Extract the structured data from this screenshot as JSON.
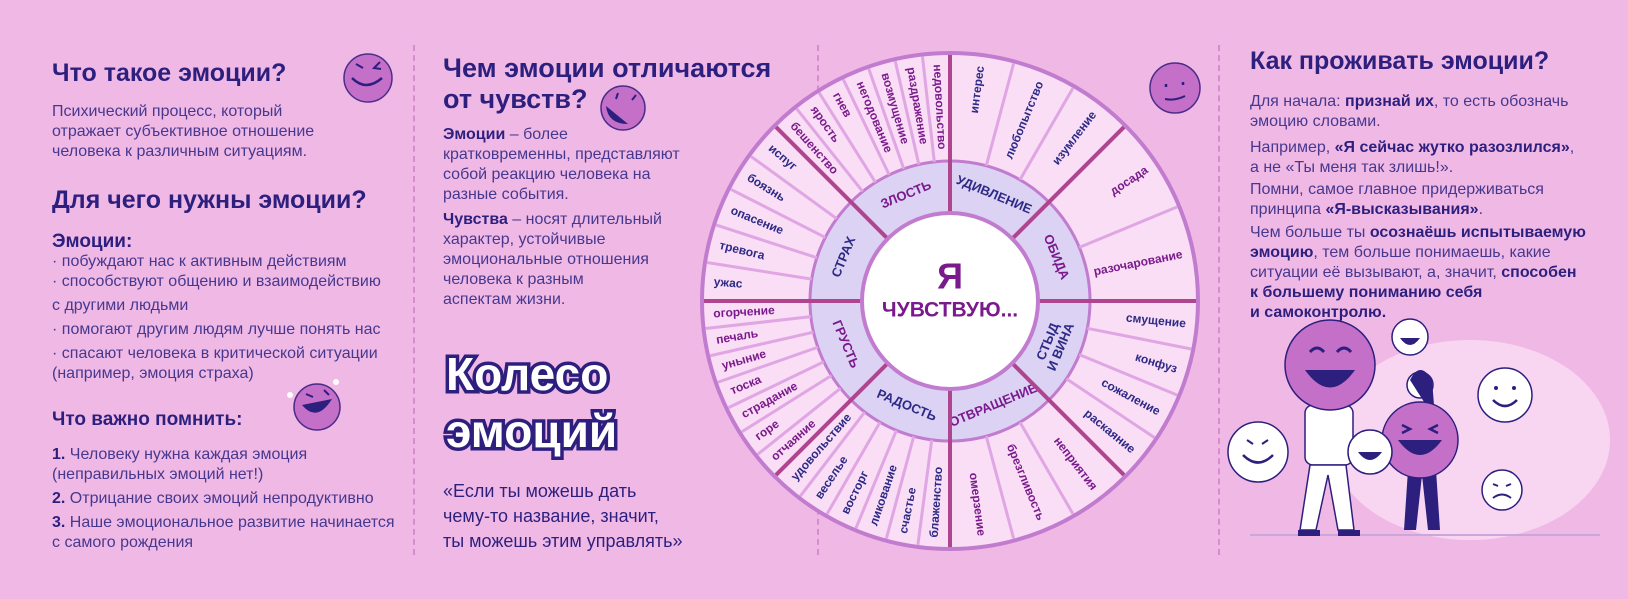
{
  "left": {
    "title1": "Что такое эмоции?",
    "desc": [
      [
        [
          "Психический процесс, который",
          0
        ]
      ],
      [
        [
          "отражает субъективное отношение",
          0
        ]
      ],
      [
        [
          "человека к различным ситуациям.",
          0
        ]
      ]
    ],
    "title2": "Для чего нужны эмоции?",
    "emotions_label": "Эмоции:",
    "bullets": [
      [
        [
          "· побуждают нас к активным действиям",
          0
        ]
      ],
      [
        [
          "· способствуют общению и взаимодействию",
          0
        ]
      ],
      [
        [
          "  с другими людьми",
          0
        ]
      ],
      [
        [
          "· помогают другим людям лучше понять нас",
          0
        ]
      ],
      [
        [
          "· спасают человека в критической ситуации",
          0
        ]
      ],
      [
        [
          "  (например, эмоция страха)",
          0
        ]
      ]
    ],
    "title3": "Что важно помнить:",
    "list": [
      [
        [
          "1. ",
          1
        ],
        [
          "Человеку нужна каждая эмоция",
          0
        ]
      ],
      [
        [
          "    (неправильных эмоций нет!)",
          0
        ]
      ],
      [
        [
          "2. ",
          1
        ],
        [
          "Отрицание своих эмоций непродуктивно",
          0
        ]
      ],
      [
        [
          "3. ",
          1
        ],
        [
          "Наше эмоциональное развитие начинается",
          0
        ]
      ],
      [
        [
          "    с самого рождения",
          0
        ]
      ]
    ]
  },
  "middle": {
    "title_line1": "Чем эмоции отличаются",
    "title_line2": "от чувств?",
    "text": [
      [
        [
          "Эмоции",
          1
        ],
        [
          " – более",
          0
        ]
      ],
      [
        [
          "кратковременны, представляют",
          0
        ]
      ],
      [
        [
          "собой реакцию человека на",
          0
        ]
      ],
      [
        [
          "разные события.",
          0
        ]
      ]
    ],
    "text2": [
      [
        [
          "Чувства",
          1
        ],
        [
          " – носят длительный",
          0
        ]
      ],
      [
        [
          "характер, устойчивые",
          0
        ]
      ],
      [
        [
          "эмоциональные отношения",
          0
        ]
      ],
      [
        [
          "человека к разным",
          0
        ]
      ],
      [
        [
          "аспектам жизни.",
          0
        ]
      ]
    ],
    "big_title_line1": "Колесо",
    "big_title_line2": "эмоций",
    "quote": [
      "«Если ты можешь дать",
      "чему-то название, значит,",
      "ты можешь этим управлять»"
    ]
  },
  "wheel": {
    "center_line1": "Я",
    "center_line2": "ЧУВСТВУЮ...",
    "colors": {
      "purple": "#7a1a8c",
      "navy": "#2d2a86",
      "ring": "#dcd2f3",
      "outer": "#f9def5",
      "divider": "#b0458f"
    },
    "categories": [
      {
        "name": [
          "УДИВЛЕНИЕ"
        ],
        "words": [
          "интерес",
          "любопытство",
          "изумление"
        ]
      },
      {
        "name": [
          "ОБИДА"
        ],
        "words": [
          "досада",
          "разочарование"
        ]
      },
      {
        "name": [
          "СТЫД",
          "И ВИНА"
        ],
        "words": [
          "смущение",
          "конфуз",
          "сожаление",
          "раскаяние"
        ]
      },
      {
        "name": [
          "ОТВРАЩЕНИЕ"
        ],
        "words": [
          "неприятия",
          "брезгливость",
          "омерзение"
        ]
      },
      {
        "name": [
          "РАДОСТЬ"
        ],
        "words": [
          "блаженство",
          "счастье",
          "ликование",
          "восторг",
          "веселье",
          "удовольствие"
        ]
      },
      {
        "name": [
          "ГРУСТЬ"
        ],
        "words": [
          "отчаяние",
          "горе",
          "страдание",
          "тоска",
          "уныние",
          "печаль",
          "огорчение"
        ]
      },
      {
        "name": [
          "СТРАХ"
        ],
        "words": [
          "ужас",
          "тревога",
          "опасение",
          "боязнь",
          "испуг"
        ]
      },
      {
        "name": [
          "ЗЛОСТЬ"
        ],
        "words": [
          "бешенство",
          "ярость",
          "гнев",
          "негодование",
          "возмущение",
          "раздражение",
          "недовольство"
        ]
      }
    ]
  },
  "right": {
    "title": "Как проживать эмоции?",
    "p1": [
      [
        [
          "Для начала: ",
          0
        ],
        [
          "признай их",
          1
        ],
        [
          ", то есть обозначь",
          0
        ]
      ],
      [
        [
          "эмоцию словами.",
          0
        ]
      ]
    ],
    "p2": [
      [
        [
          "Например, ",
          0
        ],
        [
          "«Я сейчас жутко разозлился»",
          1
        ],
        [
          ",",
          0
        ]
      ],
      [
        [
          "а не «Ты меня так злишь!».",
          0
        ]
      ]
    ],
    "p3": [
      [
        [
          "Помни, самое главное придерживаться",
          0
        ]
      ],
      [
        [
          "принципа ",
          0
        ],
        [
          "«Я-высказывания»",
          1
        ],
        [
          ".",
          0
        ]
      ]
    ],
    "p4": [
      [
        [
          "Чем больше ты ",
          0
        ],
        [
          "осознаёшь испытываемую",
          1
        ]
      ],
      [
        [
          "эмоцию",
          1
        ],
        [
          ", тем больше понимаешь, какие",
          0
        ]
      ],
      [
        [
          "ситуации её вызывают, а, значит, ",
          0
        ],
        [
          "способен",
          1
        ]
      ],
      [
        [
          "к большему пониманию себя",
          1
        ]
      ],
      [
        [
          "и самоконтролю.",
          1
        ]
      ]
    ]
  }
}
